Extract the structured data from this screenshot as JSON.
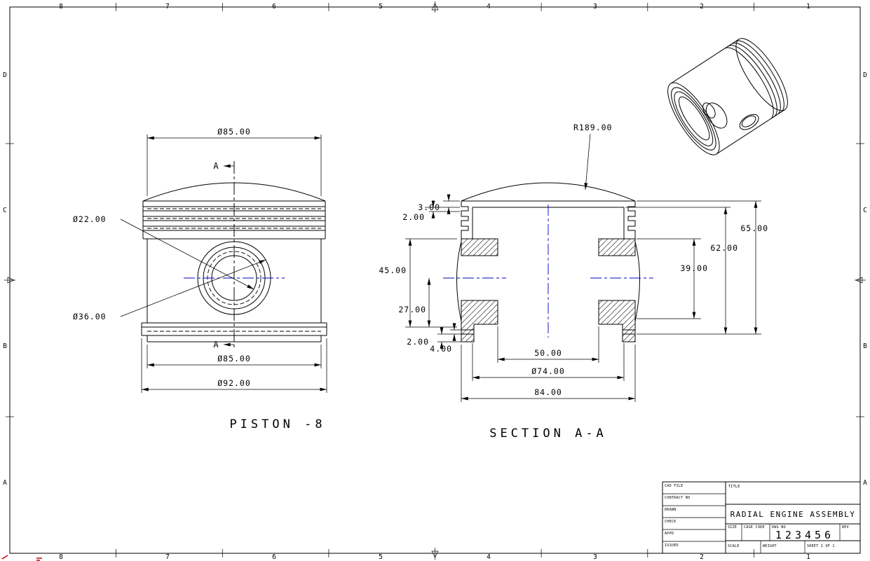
{
  "colors": {
    "background": "#ffffff",
    "line": "#000000",
    "centerline": "#0000bf",
    "plot_mark": "#cc0000"
  },
  "zones": {
    "columns": [
      "8",
      "7",
      "6",
      "5",
      "4",
      "3",
      "2",
      "1"
    ],
    "rows": [
      "D",
      "C",
      "B",
      "A"
    ]
  },
  "front_view": {
    "title": "PISTON -8",
    "dim_crown_dia": "Ø85.00",
    "dim_pin_dia": "Ø22.00",
    "dim_boss_dia": "Ø36.00",
    "dim_ring_dia": "Ø85.00",
    "dim_skirt_dia": "Ø92.00",
    "section_label": "A"
  },
  "section_view": {
    "title": "SECTION A-A",
    "dim_crown_radius": "R189.00",
    "dim_crown_thk": "3.00",
    "dim_land_thk": "2.00",
    "dim_skirt_len": "45.00",
    "dim_pin_depth": "27.00",
    "dim_step_a": "2.00",
    "dim_step_b": "4.00",
    "dim_height": "65.00",
    "dim_inner_height": "62.00",
    "dim_boss_height": "39.00",
    "dim_boss_gap": "50.00",
    "dim_inner_dia": "Ø74.00",
    "dim_skirt_width": "84.00"
  },
  "title_block": {
    "fields": [
      "CAD FILE",
      "CONTRACT NO",
      "DRAWN",
      "CHECK",
      "APPD",
      "ISSUED"
    ],
    "title_label": "TITLE",
    "title": "RADIAL ENGINE ASSEMBLY",
    "size_label": "SIZE",
    "cage_label": "CAGE CODE",
    "dwg_label": "DWG NO",
    "rev_label": "REV",
    "dwg_no": "123456",
    "scale_label": "SCALE",
    "weight_label": "WEIGHT",
    "sheet_label": "SHEET 1 OF 1"
  }
}
